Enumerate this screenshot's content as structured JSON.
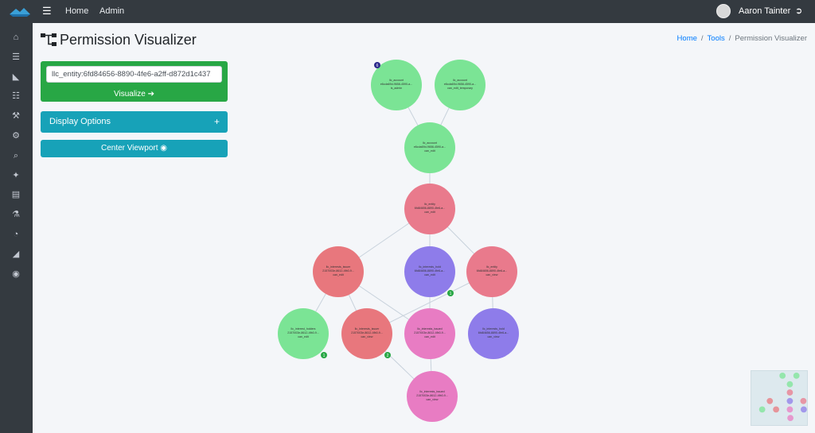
{
  "topbar": {
    "nav": [
      {
        "label": "Home"
      },
      {
        "label": "Admin"
      }
    ],
    "user_name": "Aaron Tainter"
  },
  "sidebar": {
    "items": [
      {
        "icon": "home-icon"
      },
      {
        "icon": "layers-icon"
      },
      {
        "icon": "feed-icon"
      },
      {
        "icon": "sitemap-icon"
      },
      {
        "icon": "hammer-icon"
      },
      {
        "icon": "wrench-icon"
      },
      {
        "icon": "search-icon"
      },
      {
        "icon": "puzzle-icon"
      },
      {
        "icon": "book-icon"
      },
      {
        "icon": "flask-icon"
      },
      {
        "icon": "pie-chart-icon"
      },
      {
        "icon": "area-chart-icon"
      },
      {
        "icon": "github-icon"
      }
    ]
  },
  "page": {
    "title": "Permission Visualizer",
    "breadcrumb": {
      "home": "Home",
      "tools": "Tools",
      "current": "Permission Visualizer"
    }
  },
  "controls": {
    "entity_value": "llc_entity:6fd84656-8890-4fe6-a2ff-d872d1c437",
    "visualize_label": "Visualize ➔",
    "display_options_label": "Display Options",
    "display_options_toggle": "+",
    "center_viewport_label": "Center Viewport ◉"
  },
  "colors": {
    "green": "#7be495",
    "red": "#e8777d",
    "purple": "#8e7cea",
    "pink": "#e87cc3",
    "entity_red": "#e97a8c",
    "badge_green": "#28a745",
    "badge_navy": "#2c2a8c"
  },
  "graph": {
    "nodes": [
      {
        "id": "n1",
        "lines": [
          "llc_account",
          "e6cda69d-9658-4590-a...",
          "is_admin"
        ],
        "color": "green",
        "badge": "6",
        "badge_color": "badge_navy"
      },
      {
        "id": "n2",
        "lines": [
          "llc_account",
          "e6cda69d-9658-4590-a...",
          "can_edit_temporary"
        ],
        "color": "green"
      },
      {
        "id": "n3",
        "lines": [
          "llc_account",
          "e6cda69d-9658-4590-a...",
          "can_edit"
        ],
        "color": "green"
      },
      {
        "id": "n4",
        "lines": [
          "llc_entity",
          "6fd84656-8890-4fe6-a...",
          "can_edit"
        ],
        "color": "entity_red"
      },
      {
        "id": "n5",
        "lines": [
          "llc_interests_issuer",
          "2157003e-8612-4fb0-9...",
          "can_edit"
        ],
        "color": "red"
      },
      {
        "id": "n6",
        "lines": [
          "llc_interests_hold",
          "6fd84656-8890-4fe6-a...",
          "can_edit"
        ],
        "color": "purple",
        "badge": "1",
        "badge_color": "badge_green"
      },
      {
        "id": "n7",
        "lines": [
          "llc_entity",
          "6fd84656-8890-4fe6-a...",
          "can_view"
        ],
        "color": "entity_red"
      },
      {
        "id": "n8",
        "lines": [
          "llc_interest_holders",
          "2157003e-8612-4fb0-9...",
          "can_edit"
        ],
        "color": "green",
        "badge": "1",
        "badge_color": "badge_green"
      },
      {
        "id": "n9",
        "lines": [
          "llc_interests_issuer",
          "2157003e-8612-4fb0-9...",
          "can_view"
        ],
        "color": "red",
        "badge": "2",
        "badge_color": "badge_green"
      },
      {
        "id": "n10",
        "lines": [
          "llc_interests_issued",
          "2157003e-8612-4fb0-9...",
          "can_edit"
        ],
        "color": "pink"
      },
      {
        "id": "n11",
        "lines": [
          "llc_interests_hold",
          "6fd84656-8890-4fe6-a...",
          "can_view"
        ],
        "color": "purple"
      },
      {
        "id": "n12",
        "lines": [
          "llc_interests_issued",
          "2157003e-8612-4fb0-9...",
          "can_view"
        ],
        "color": "pink"
      }
    ],
    "edges": [
      [
        "n1",
        "n3"
      ],
      [
        "n2",
        "n3"
      ],
      [
        "n3",
        "n4"
      ],
      [
        "n4",
        "n5"
      ],
      [
        "n4",
        "n6"
      ],
      [
        "n4",
        "n7"
      ],
      [
        "n5",
        "n8"
      ],
      [
        "n5",
        "n9"
      ],
      [
        "n5",
        "n10"
      ],
      [
        "n6",
        "n10"
      ],
      [
        "n7",
        "n11"
      ],
      [
        "n7",
        "n9"
      ],
      [
        "n10",
        "n12"
      ],
      [
        "n9",
        "n12"
      ]
    ]
  }
}
